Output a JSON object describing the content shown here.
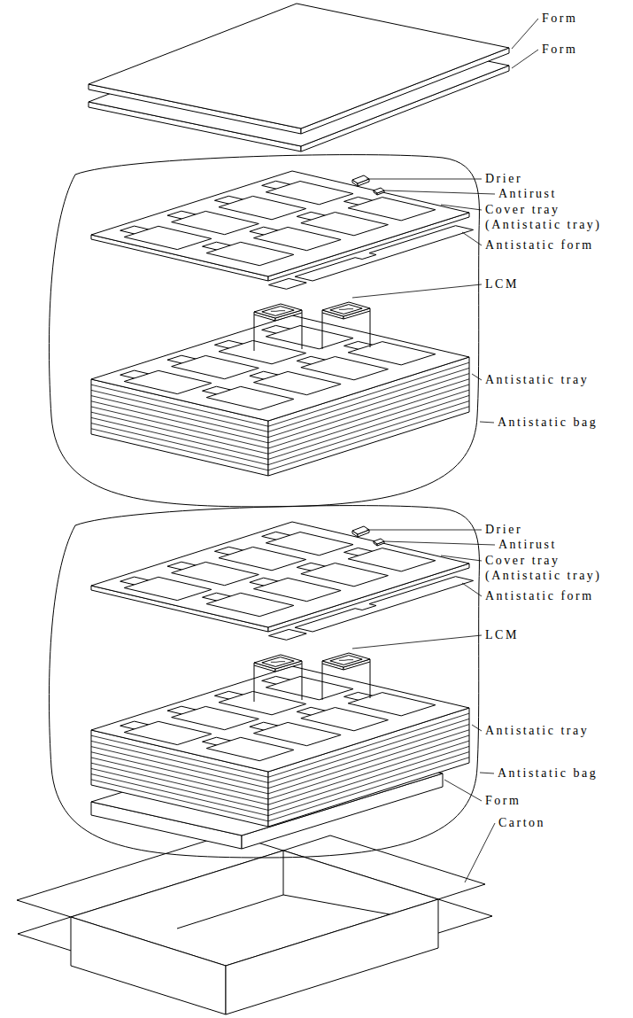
{
  "diagram": {
    "labels": [
      "Form",
      "Form",
      "Drier",
      "Antirust",
      "Cover tray (Antistatic tray)",
      "Antistatic form",
      "LCM",
      "Antistatic tray",
      "Antistatic bag",
      "Drier",
      "Antirust",
      "Cover tray (Antistatic tray)",
      "Antistatic form",
      "LCM",
      "Antistatic tray",
      "Antistatic bag",
      "Form",
      "Carton"
    ]
  }
}
